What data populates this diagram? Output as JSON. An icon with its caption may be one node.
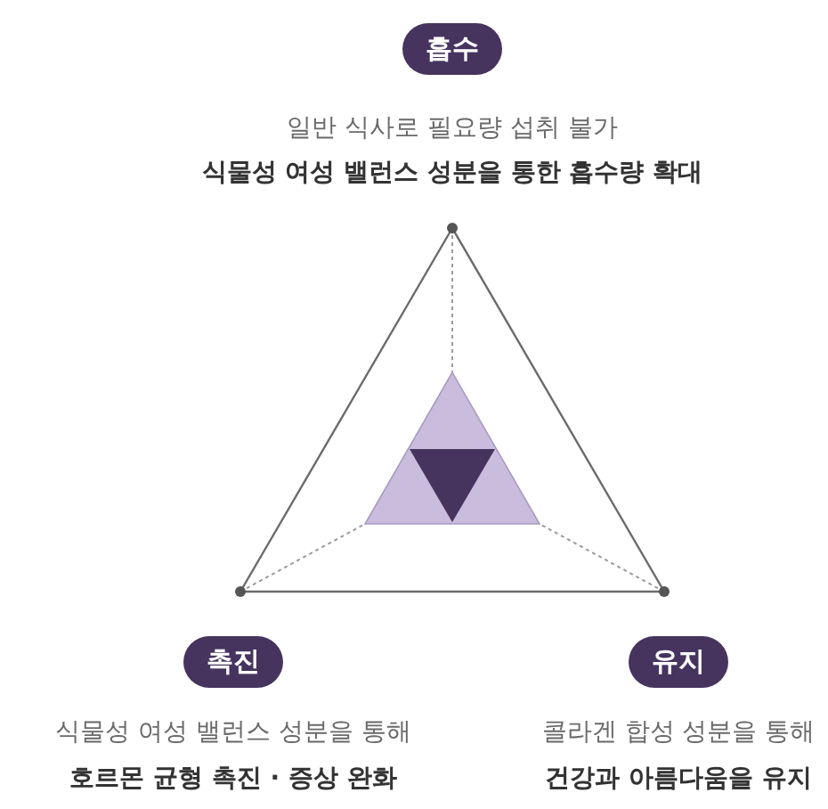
{
  "diagram": {
    "nodes": [
      {
        "text": [
          "흡수"
        ],
        "beside": [
          "일반 식사로 필요량 섭취 불가",
          "식물성 여성 밸런스 성분을 통한 흡수량 확대"
        ]
      },
      {
        "text": [
          "촉진"
        ],
        "beside": [
          "식물성 여성 밸런스 성분을 통해",
          "호르몬 균형 촉진 · 증상 완화"
        ]
      },
      {
        "text": [
          "유지"
        ],
        "beside": [
          "콜라겐 합성 성분을 통해",
          "건강과 아름다움을 유지"
        ]
      }
    ]
  }
}
